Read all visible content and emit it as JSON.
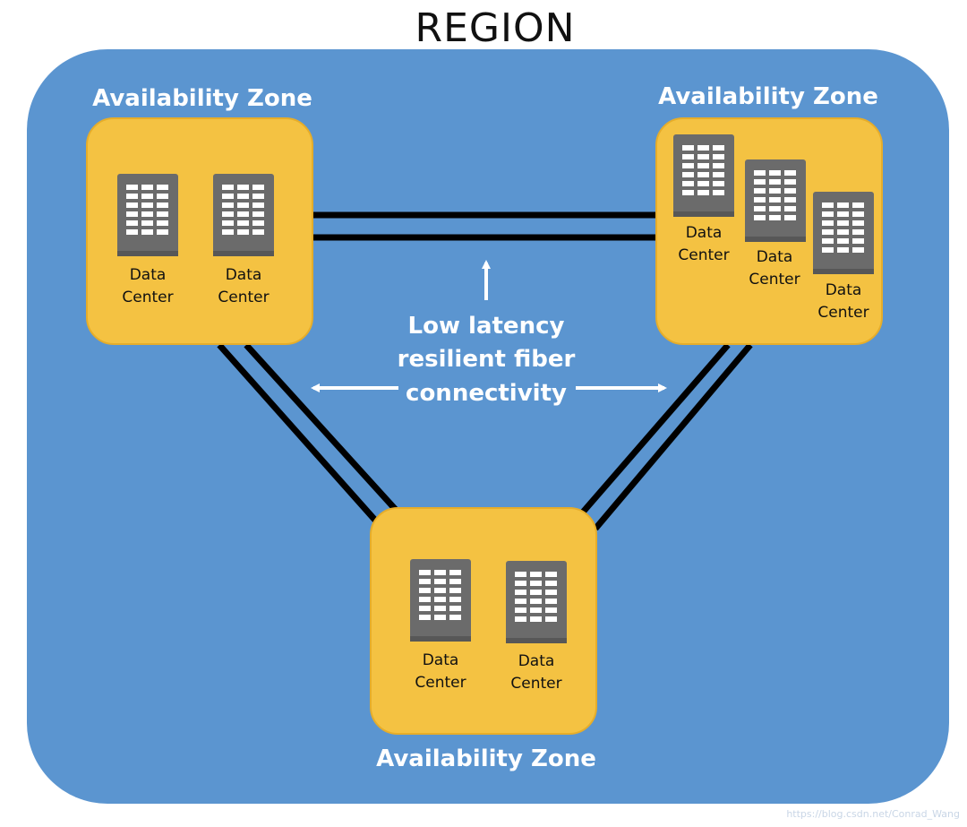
{
  "title": "REGION",
  "colors": {
    "region_fill": "#5b95d0",
    "zone_fill": "#f4c242",
    "zone_stroke": "#e0a826",
    "server_fill": "#6b6b6b",
    "server_window": "#ffffff",
    "fiber_line": "#000000",
    "arrow": "#ffffff"
  },
  "zones": [
    {
      "label": "Availability Zone",
      "data_centers": [
        {
          "line1": "Data",
          "line2": "Center"
        },
        {
          "line1": "Data",
          "line2": "Center"
        }
      ]
    },
    {
      "label": "Availability Zone",
      "data_centers": [
        {
          "line1": "Data",
          "line2": "Center"
        },
        {
          "line1": "Data",
          "line2": "Center"
        },
        {
          "line1": "Data",
          "line2": "Center"
        }
      ]
    },
    {
      "label": "Availability Zone",
      "data_centers": [
        {
          "line1": "Data",
          "line2": "Center"
        },
        {
          "line1": "Data",
          "line2": "Center"
        }
      ]
    }
  ],
  "connectivity": {
    "line1": "Low latency",
    "line2": "resilient fiber",
    "line3": "connectivity"
  },
  "watermark": "https://blog.csdn.net/Conrad_Wang"
}
